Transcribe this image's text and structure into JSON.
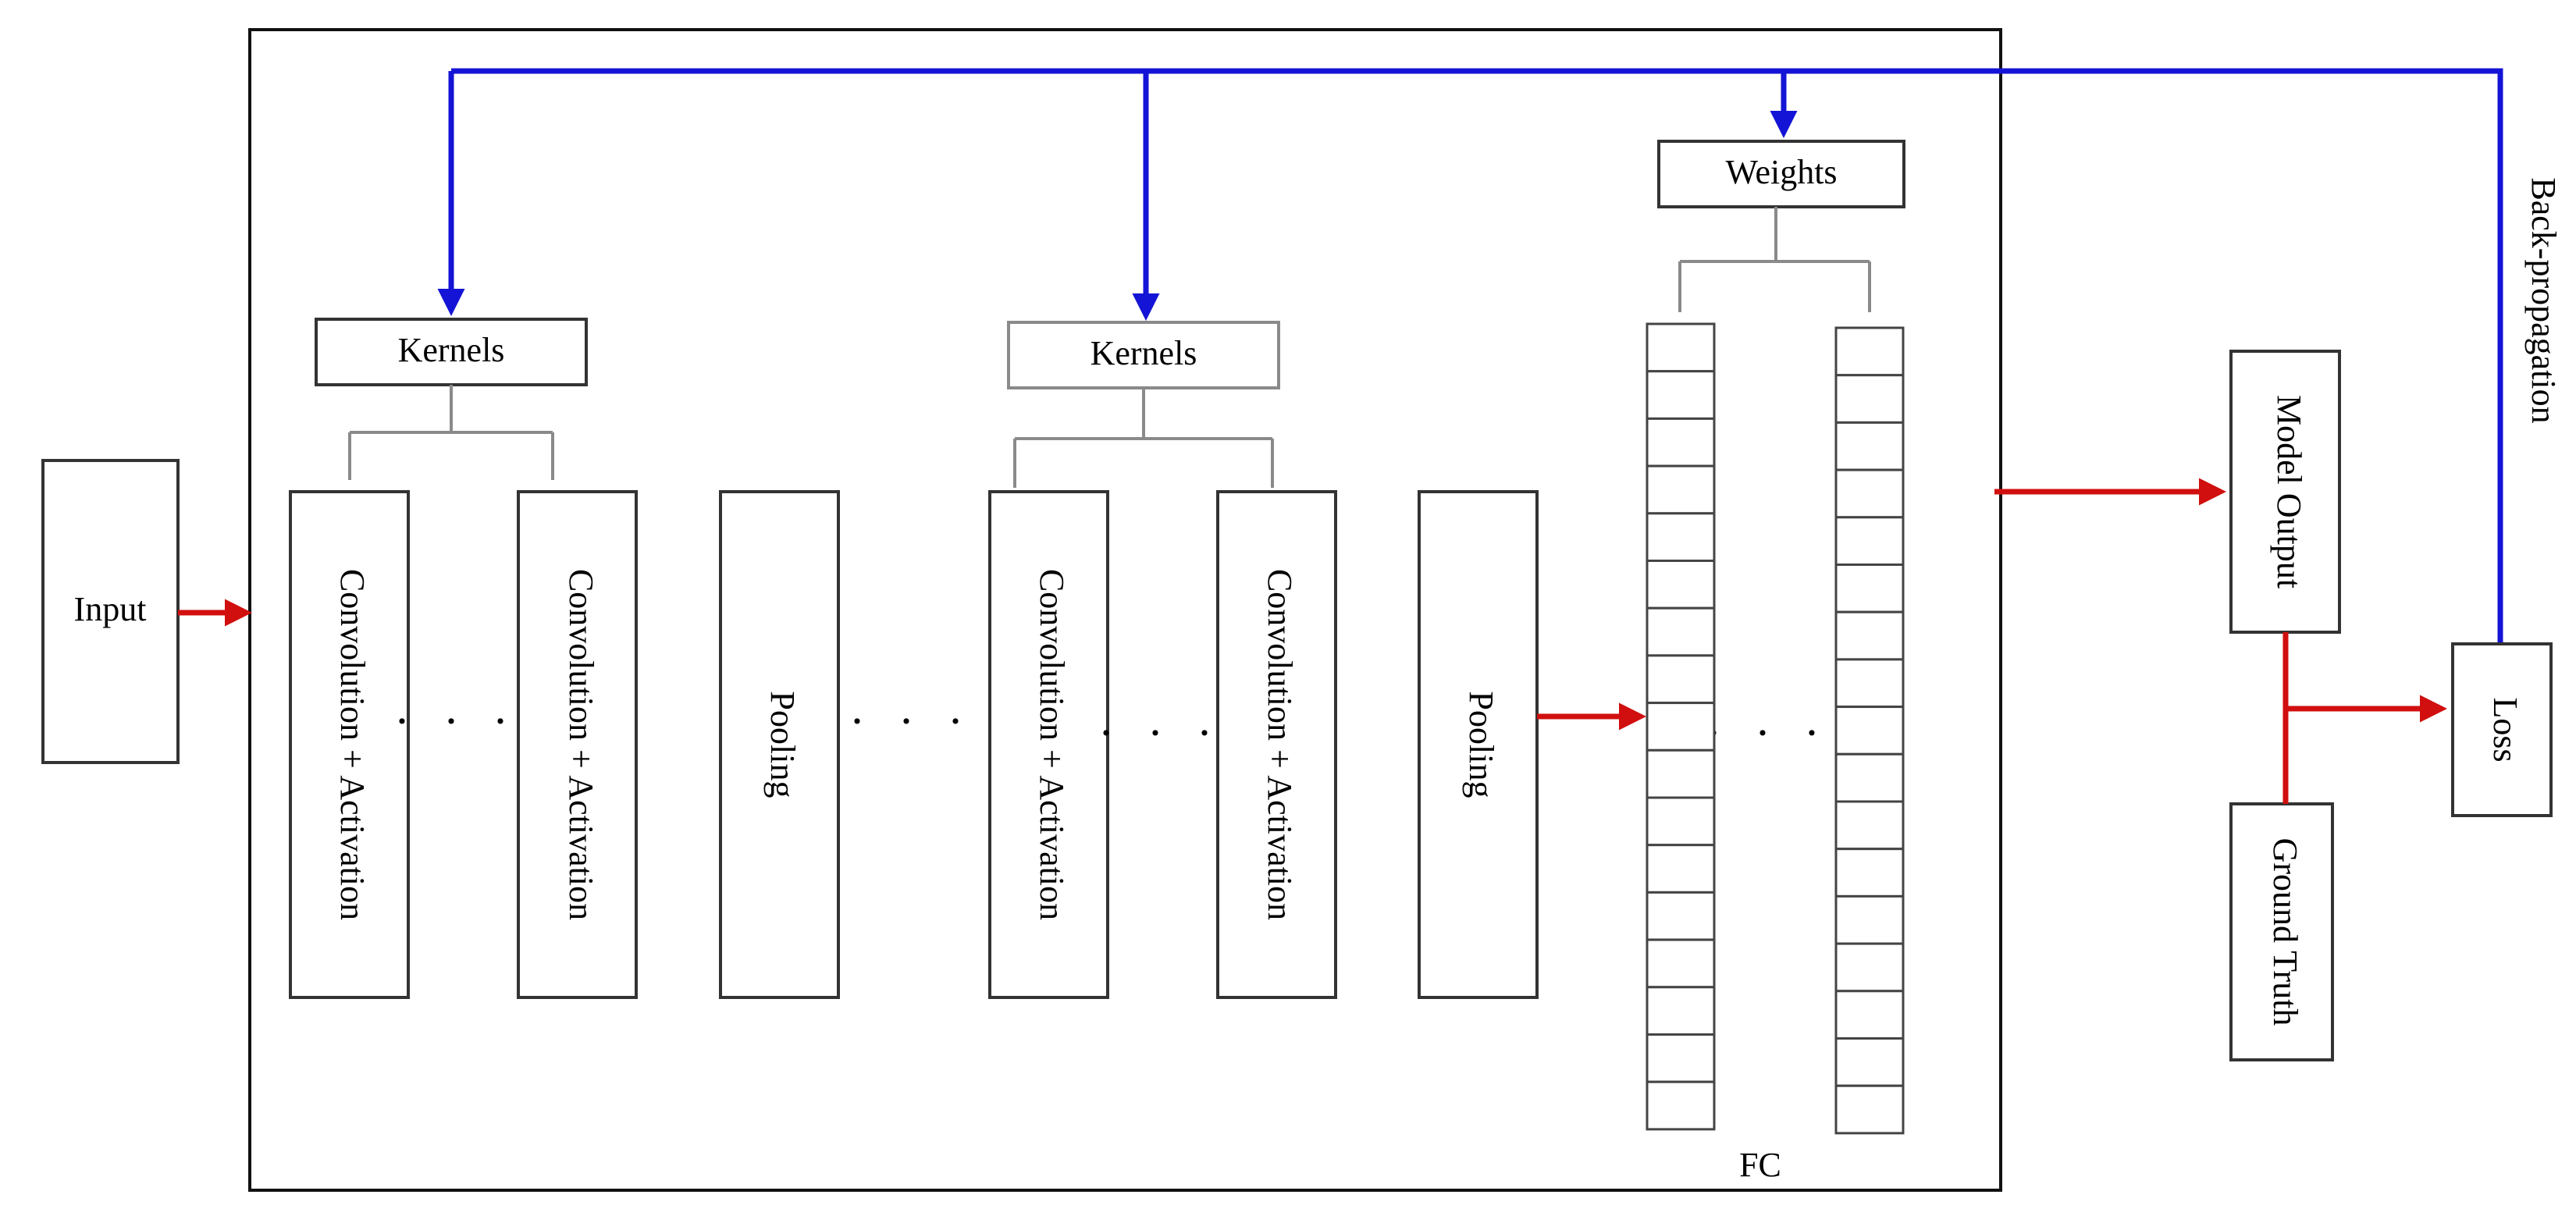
{
  "colors": {
    "forward_arrow": "#d10f0f",
    "backprop_arrow": "#1414d6"
  },
  "labels": {
    "input": "Input",
    "kernels_1": "Kernels",
    "kernels_2": "Kernels",
    "weights": "Weights",
    "conv_1": "Convolution + Activation",
    "conv_2": "Convolution + Activation",
    "conv_3": "Convolution + Activation",
    "conv_4": "Convolution + Activation",
    "pooling_1": "Pooling",
    "pooling_2": "Pooling",
    "fc": "FC",
    "model_output": "Model Output",
    "ground_truth": "Ground Truth",
    "loss": "Loss",
    "back_propagation": "Back-propagation",
    "ellipsis": "· · ·"
  }
}
